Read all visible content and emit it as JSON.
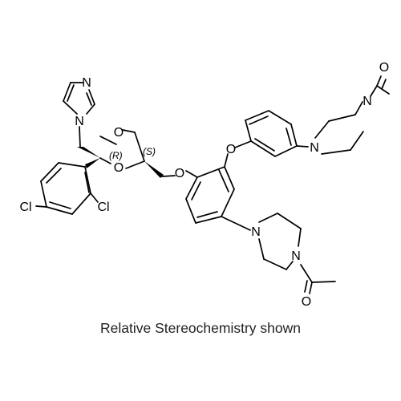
{
  "caption": "Relative Stereochemistry shown",
  "atoms": {
    "imidazole_n_top": "N",
    "imidazole_n_bottom": "N",
    "dioxolane_o_top": "O",
    "dioxolane_o_bottom": "O",
    "ether_o_upper": "O",
    "ether_o_lower": "O",
    "cl_left": "Cl",
    "cl_right": "Cl",
    "pip_top_n1": "N",
    "pip_top_n4": "N",
    "acetyl_top_o": "O",
    "pip_bottom_n1": "N",
    "pip_bottom_n4": "N",
    "acetyl_bottom_o": "O"
  },
  "stereo": {
    "r": "(R)",
    "s": "(S)"
  }
}
